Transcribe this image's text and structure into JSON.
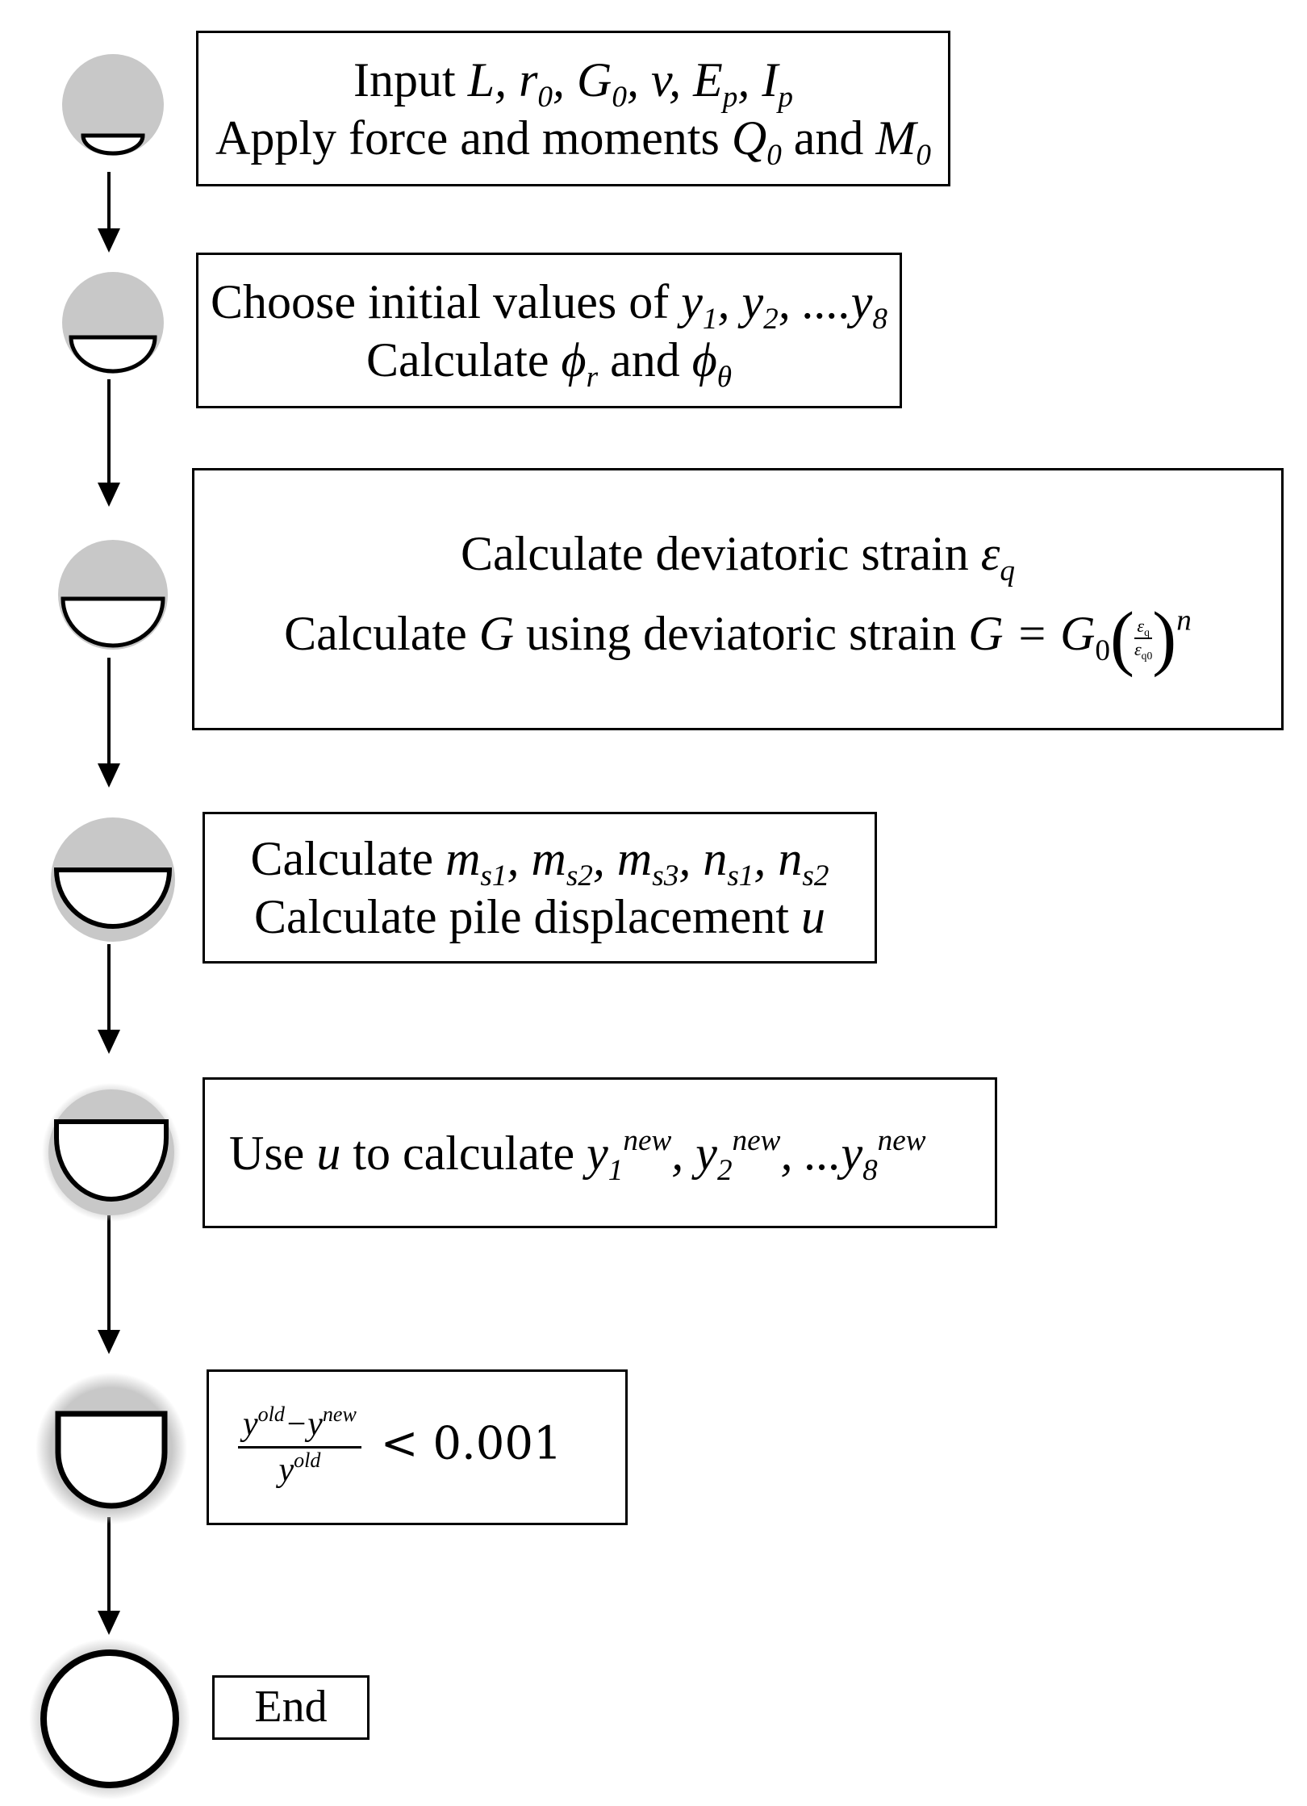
{
  "steps": [
    {
      "line1": {
        "prefix": "Input ",
        "vars": "L, r",
        "r_sub": "0",
        "g": ", G",
        "g_sub": "0",
        "rest": ", v, E",
        "e_sub": "p",
        "comma": ", I",
        "i_sub": "p"
      },
      "line2": {
        "text": "Apply force and moments ",
        "q": "Q",
        "q_sub": "0",
        "and": " and ",
        "m": "M",
        "m_sub": "0"
      }
    },
    {
      "line1": {
        "text": "Choose initial values of ",
        "y": "y",
        "s1": "1",
        "c1": ", y",
        "s2": "2",
        "c2": ", ....y",
        "s8": "8"
      },
      "line2": {
        "text": "Calculate ",
        "phi": "ϕ",
        "r": "r",
        "and": " and ",
        "phi2": "ϕ",
        "theta": "θ"
      }
    },
    {
      "line1": {
        "text": "Calculate deviatoric strain ",
        "eps": "ε",
        "q": "q"
      },
      "line2": {
        "text": "Calculate ",
        "g": "G",
        "mid": " using deviatoric strain ",
        "eq": "G = G",
        "g0": "0",
        "lp": "(",
        "num": "ε",
        "num_sub": "q",
        "den": "ε",
        "den_sub": "q0",
        "rp": ")",
        "n": "n"
      }
    },
    {
      "line1": {
        "text": "Calculate  ",
        "m": "m",
        "s1": "s1",
        "c1": ", m",
        "s2": "s2",
        "c2": ", m",
        "s3": "s3",
        "c3": ", n",
        "s4": "s1",
        "c4": ", n",
        "s5": "s2"
      },
      "line2": {
        "text": "Calculate pile displacement ",
        "u": "u"
      }
    },
    {
      "line1": {
        "text": "Use ",
        "u": "u",
        "mid": " to calculate ",
        "y": "y",
        "s1": "1",
        "sup1": "new",
        "c1": ", y",
        "s2": "2",
        "sup2": "new",
        "c2": ", ...y",
        "s8": "8",
        "sup8": "new"
      }
    },
    {
      "line1": {
        "ynum": "y",
        "old": "old",
        "minus": "−y",
        "new": "new",
        "yden": "y",
        "old2": "old",
        "rel": " < 0.001"
      }
    },
    {
      "line1": {
        "text": "End"
      }
    }
  ],
  "progress_icons": [
    {
      "name": "progress-icon-1",
      "fill_fraction": 0.12
    },
    {
      "name": "progress-icon-2",
      "fill_fraction": 0.28
    },
    {
      "name": "progress-icon-3",
      "fill_fraction": 0.45
    },
    {
      "name": "progress-icon-4",
      "fill_fraction": 0.6
    },
    {
      "name": "progress-icon-5",
      "fill_fraction": 0.75
    },
    {
      "name": "progress-icon-6",
      "fill_fraction": 0.88
    },
    {
      "name": "progress-icon-7",
      "fill_fraction": 1.0
    }
  ],
  "colors": {
    "icon_gray": "#c8c8c8",
    "stroke": "#000000"
  }
}
